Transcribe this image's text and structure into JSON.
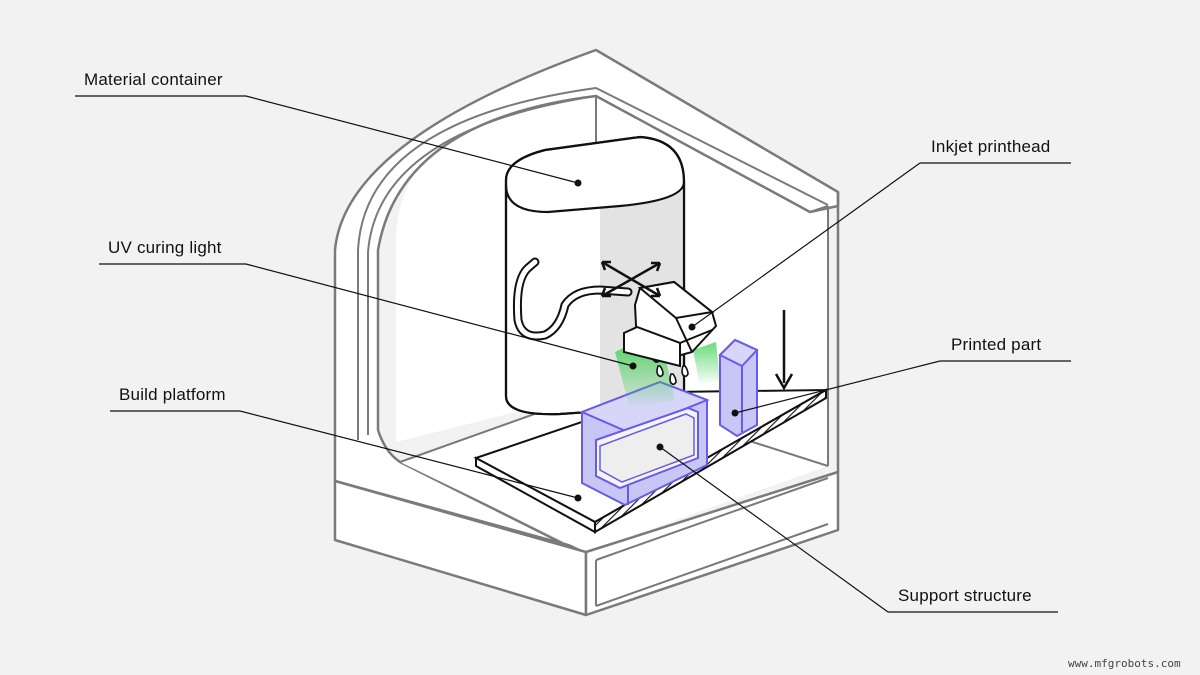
{
  "labels": {
    "material_container": "Material container",
    "inkjet_printhead": "Inkjet printhead",
    "uv_curing_light": "UV curing light",
    "printed_part": "Printed part",
    "build_platform": "Build platform",
    "support_structure": "Support structure"
  },
  "watermark": "www.mfgrobots.com",
  "colors": {
    "background": "#f2f2f2",
    "enclosure_stroke": "#7a7a7a",
    "enclosure_fill": "#ffffff",
    "outline": "#111111",
    "part_fill": "#c8c6f5",
    "part_stroke": "#6a5ae8",
    "uv_light": "#45d75a",
    "shadow": "#e3e3e3"
  }
}
